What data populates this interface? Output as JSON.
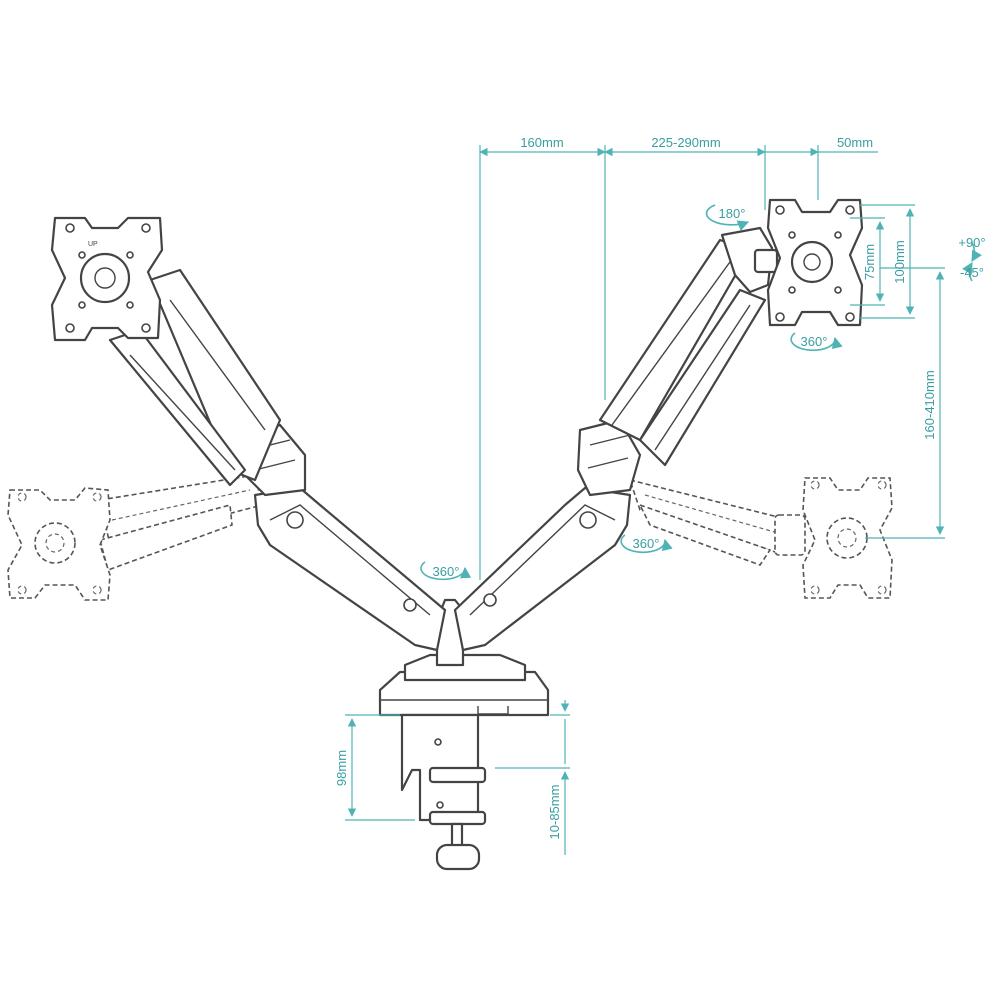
{
  "dimensions": {
    "depth_offset": "160mm",
    "arm_extension": "225-290mm",
    "head_offset": "50mm",
    "vesa_small": "75mm",
    "vesa_large": "100mm",
    "height_range": "160-410mm",
    "clamp_height": "98mm",
    "desk_thickness": "10-85mm"
  },
  "rotations": {
    "head_rotate": "180°",
    "tilt_up": "+90°",
    "tilt_down": "-45°",
    "swivel_head": "360°",
    "swivel_base": "360°",
    "swivel_elbow": "360°"
  },
  "labels": {
    "plate_marking": "UP"
  },
  "colors": {
    "dimension": "#4fb3b5",
    "line_art": "#444444"
  }
}
